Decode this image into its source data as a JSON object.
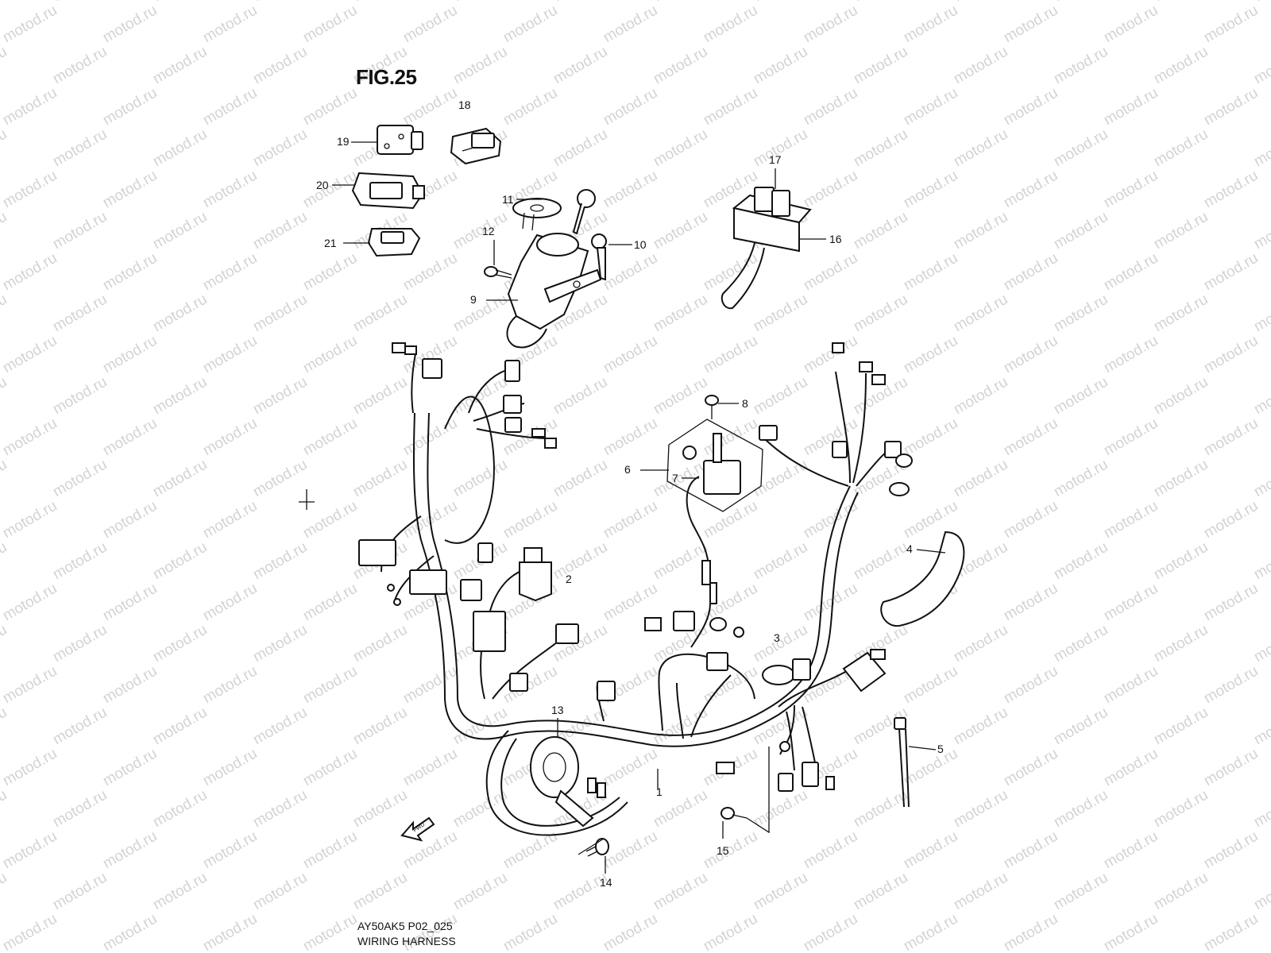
{
  "figure_title": "FIG.25",
  "watermark_text": "motod.ru",
  "footer": {
    "drawing_code": "AY50AK5 P02_025",
    "assembly_name": "WIRING HARNESS"
  },
  "callouts": [
    "1",
    "2",
    "3",
    "4",
    "5",
    "6",
    "7",
    "8",
    "9",
    "10",
    "11",
    "12",
    "13",
    "14",
    "15",
    "16",
    "17",
    "18",
    "19",
    "20",
    "21"
  ],
  "icons": [
    "front-direction-arrow-icon",
    "crosshair-mark-icon"
  ],
  "colors": {
    "line": "#111111",
    "watermark": "#d3d3d3",
    "background": "#ffffff"
  }
}
